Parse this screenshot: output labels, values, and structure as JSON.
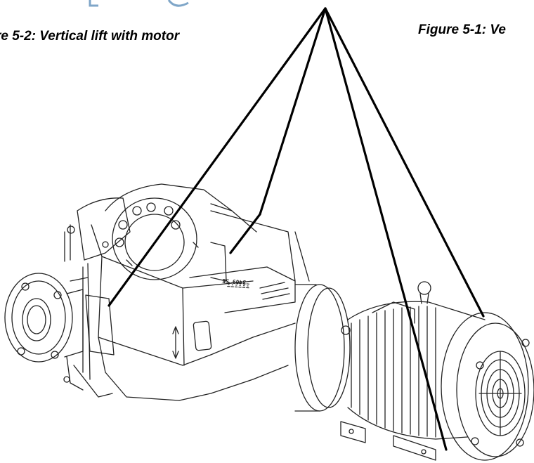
{
  "captions": {
    "left": "re 5-2: Vertical lift with motor",
    "right": "Figure 5-1: Ve"
  },
  "pump_label": {
    "line1": "ΞΞΞΞΞΞ",
    "line2": "3409 SE"
  }
}
